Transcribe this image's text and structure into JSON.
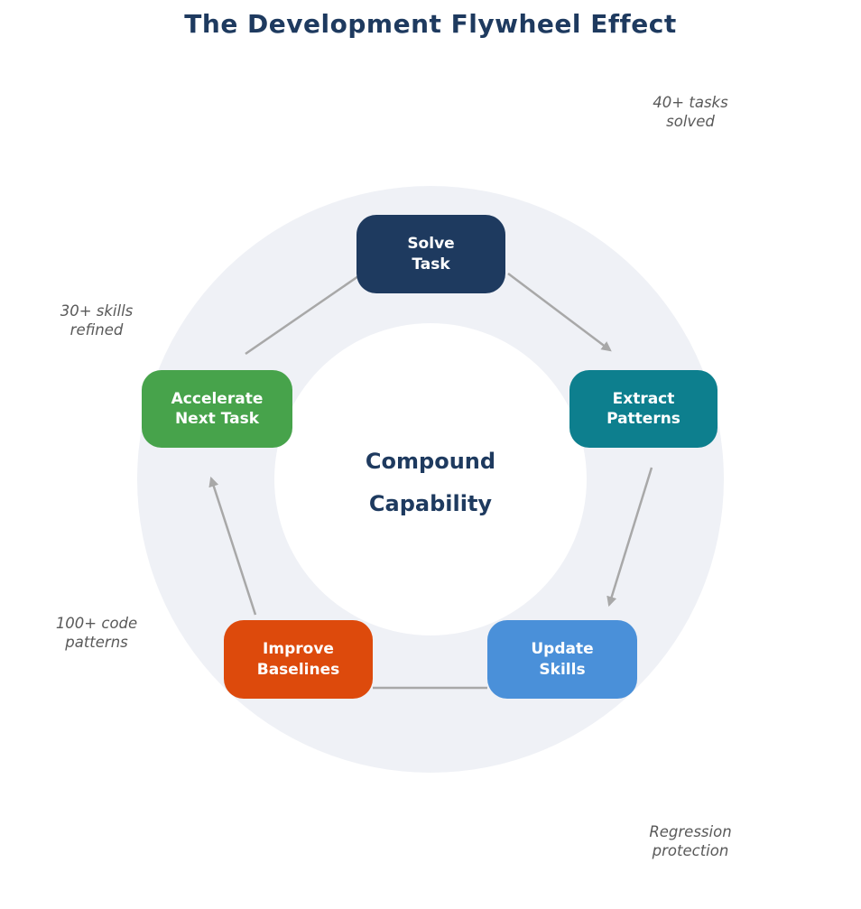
{
  "title": "The Development Flywheel Effect",
  "center": {
    "line1": "Compound",
    "line2": "Capability"
  },
  "nodes": {
    "solve_task": {
      "label": "Solve\nTask",
      "color": "#1e3a5f"
    },
    "extract_patterns": {
      "label": "Extract\nPatterns",
      "color": "#0d7f8e"
    },
    "update_skills": {
      "label": "Update\nSkills",
      "color": "#4a90d9"
    },
    "improve_baselines": {
      "label": "Improve\nBaselines",
      "color": "#dd4a0c"
    },
    "accelerate_next_task": {
      "label": "Accelerate\nNext Task",
      "color": "#47a34b"
    }
  },
  "annotations": {
    "tasks_solved": "40+ tasks\nsolved",
    "skills_refined": "30+ skills\nrefined",
    "code_patterns": "100+ code\npatterns",
    "regression_protection": "Regression\nprotection"
  },
  "colors": {
    "title_text": "#1e3a5f",
    "center_text": "#1e3a5f",
    "ring": "#eff1f6",
    "arrow": "#a8a8a8",
    "annotation_text": "#595959",
    "background": "#ffffff"
  }
}
